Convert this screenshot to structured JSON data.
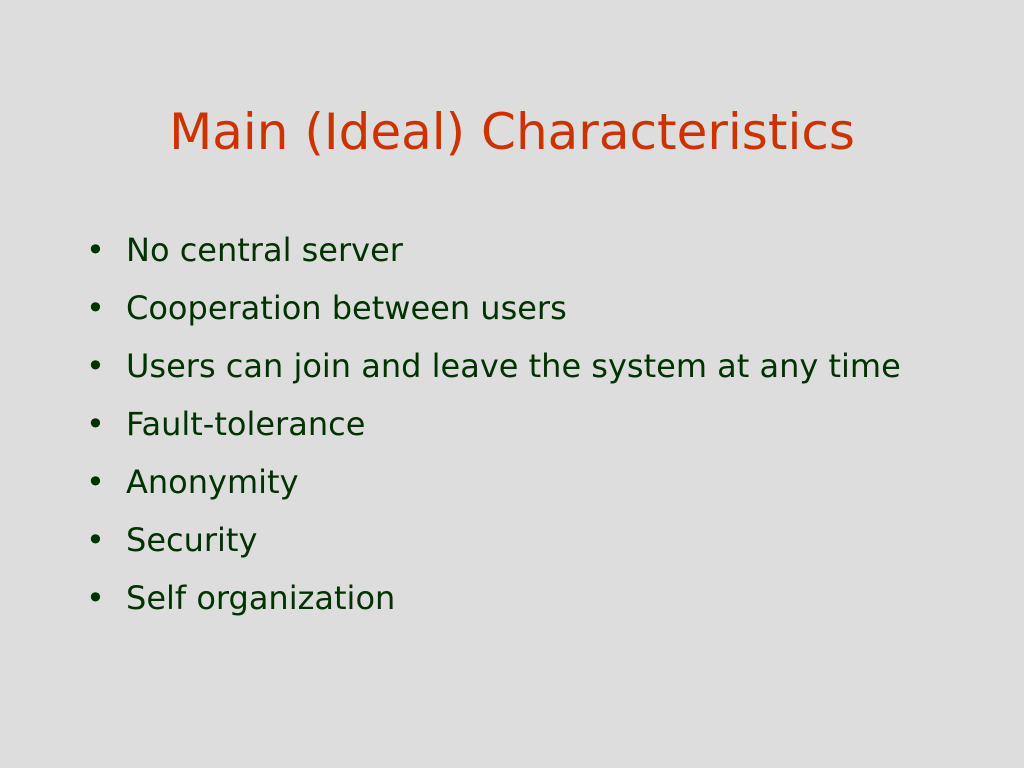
{
  "slide": {
    "title": "Main (Ideal) Characteristics",
    "bullets": [
      "No central server",
      "Cooperation between users",
      "Users can join and leave the system at any time",
      "Fault-tolerance",
      "Anonymity",
      "Security",
      "Self organization"
    ]
  },
  "colors": {
    "background": "#dddddd",
    "title": "#cc3300",
    "text": "#003300"
  }
}
